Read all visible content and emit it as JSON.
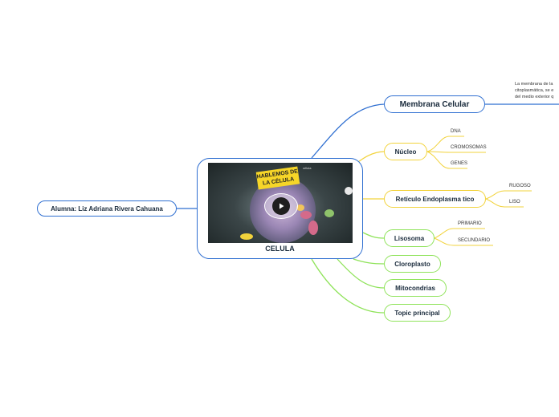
{
  "central": {
    "title": "CELULA",
    "video_caption": "HABLEMOS DE LA CÉLULA",
    "video_tag": "célula"
  },
  "student": {
    "label": "Alumna: Liz Adriana Rivera Cahuana"
  },
  "topics": {
    "membrana": {
      "label": "Membrana  Celular",
      "description": "La membrana de la\ncitoplasmática, se e\ndel medio exterior q"
    },
    "nucleo": {
      "label": "Núcleo",
      "children": [
        "DNA",
        "CROMOSOMAS",
        "GENES"
      ]
    },
    "reticulo": {
      "label": "Retículo Endoplasma tico",
      "children": [
        "RUGOSO",
        "LISO"
      ]
    },
    "lisosoma": {
      "label": "Lisosoma",
      "children": [
        "PRIMARIO",
        "SECUNDARIO"
      ]
    },
    "cloroplasto": {
      "label": "Cloroplasto"
    },
    "mitocondrias": {
      "label": "Mitocondrias"
    },
    "topic": {
      "label": "Topic principal"
    }
  },
  "colors": {
    "blue": "#2f6fd1",
    "yellow": "#f2d33c",
    "green": "#8fe35a"
  }
}
